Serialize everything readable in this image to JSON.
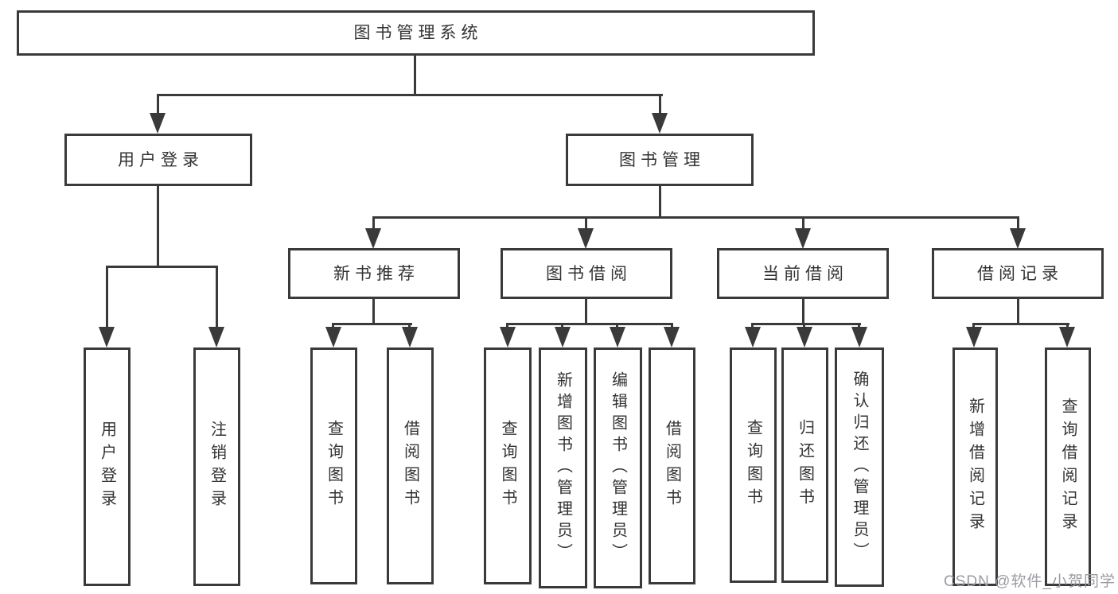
{
  "diagram": {
    "nodes": {
      "root": "图书管理系统",
      "user_login": "用户登录",
      "book_mgmt": "图书管理",
      "leaf_user_login": "用户登录",
      "leaf_logout": "注销登录",
      "new_rec": "新书推荐",
      "book_borrow": "图书借阅",
      "cur_borrow": "当前借阅",
      "borrow_rec": "借阅记录",
      "rec_query": "查询图书",
      "rec_borrow": "借阅图书",
      "bb_query": "查询图书",
      "bb_add": "新增图书（管理员）",
      "bb_edit": "编辑图书（管理员）",
      "bb_borrow": "借阅图书",
      "cb_query": "查询图书",
      "cb_return": "归还图书",
      "cb_confirm": "确认归还（管理员）",
      "br_add": "新增借阅记录",
      "br_query": "查询借阅记录"
    },
    "watermark": "CSDN @软件_小贺同学",
    "colors": {
      "line": "#3a3a3a",
      "text": "#333333",
      "watermark": "#9b9ba3",
      "background": "#ffffff"
    }
  }
}
